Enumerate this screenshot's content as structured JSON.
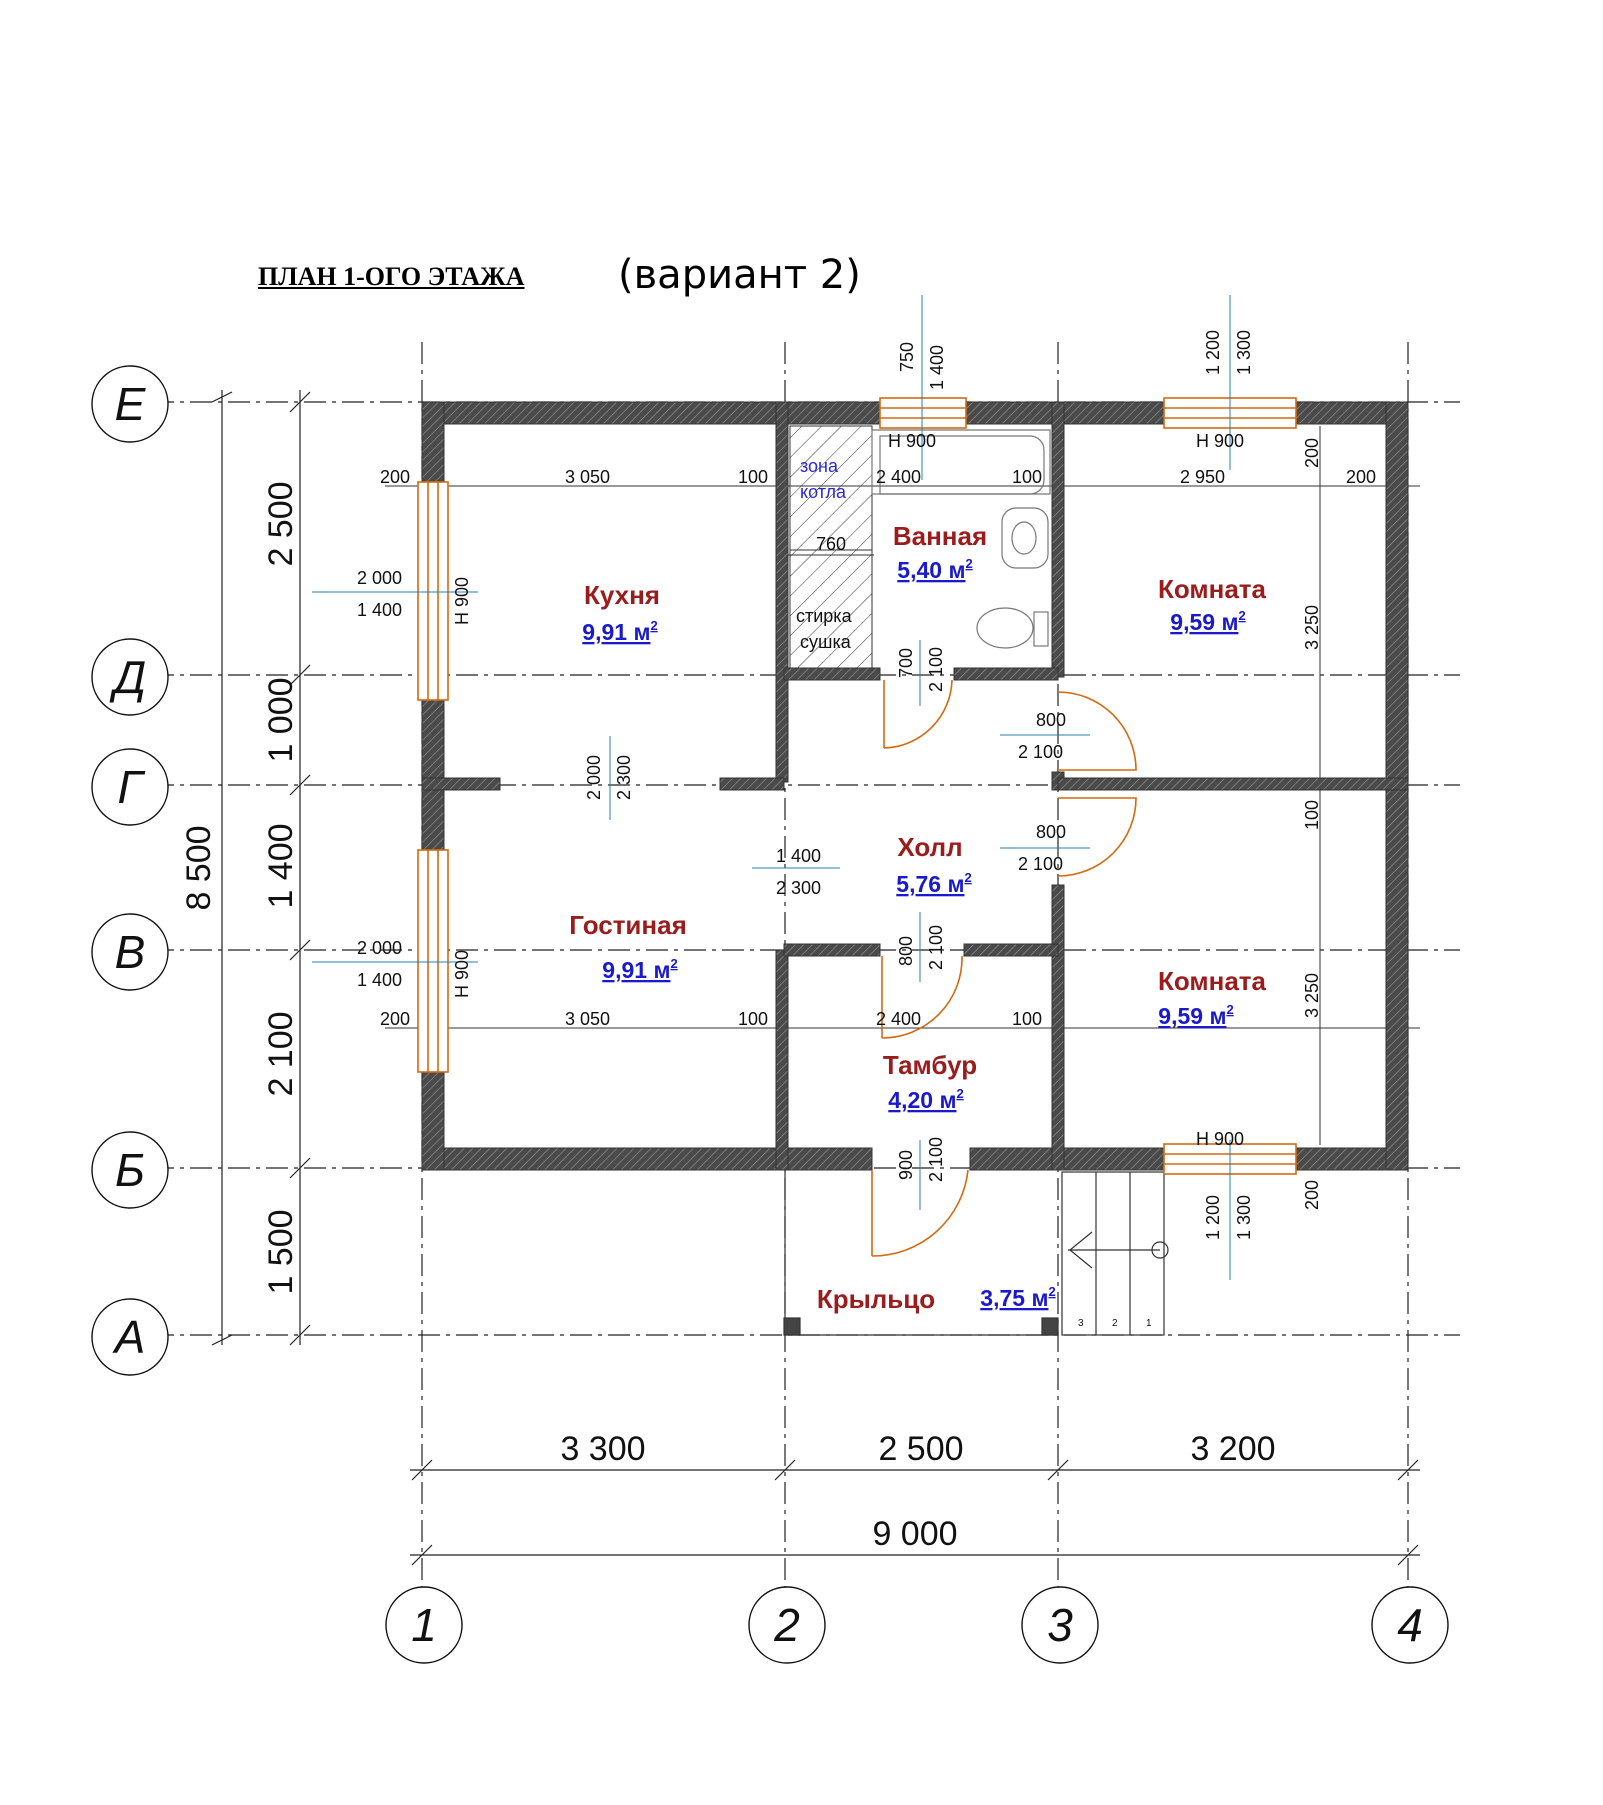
{
  "title": {
    "main": "ПЛАН 1-ОГО ЭТАЖА",
    "variant": "(вариант 2)"
  },
  "axes": {
    "rows": [
      "Е",
      "Д",
      "Г",
      "В",
      "Б",
      "А"
    ],
    "columns": [
      "1",
      "2",
      "3",
      "4"
    ]
  },
  "rooms": {
    "kitchen": {
      "name": "Кухня",
      "area": "9,91 м",
      "sup": "2"
    },
    "bath": {
      "name": "Ванная",
      "area": "5,40 м",
      "sup": "2"
    },
    "room_top": {
      "name": "Комната",
      "area": "9,59 м",
      "sup": "2"
    },
    "hall": {
      "name": "Холл",
      "area": "5,76 м",
      "sup": "2"
    },
    "living": {
      "name": "Гостиная",
      "area": "9,91 м",
      "sup": "2"
    },
    "room_bottom": {
      "name": "Комната",
      "area": "9,59 м",
      "sup": "2"
    },
    "vestibule": {
      "name": "Тамбур",
      "area": "4,20 м",
      "sup": "2"
    },
    "porch": {
      "name": "Крыльцо",
      "area": "3,75 м",
      "sup": "2"
    }
  },
  "zones": {
    "boiler_1": "зона",
    "boiler_2": "котла",
    "laundry_1": "стирка",
    "laundry_2": "сушка"
  },
  "dims": {
    "overall_height": "8 500",
    "row_spans": [
      "2 500",
      "1 000",
      "1 400",
      "2 100",
      "1 500"
    ],
    "col_spans": [
      "3 300",
      "2 500",
      "3 200"
    ],
    "overall_width": "9 000",
    "w200": "200",
    "w3050": "3 050",
    "w100": "100",
    "w2400": "2 400",
    "w2950": "2 950",
    "w760": "760",
    "w3250": "3 250",
    "win_750": "750",
    "win_1400": "1 400",
    "win_1200": "1 200",
    "win_1300": "1 300",
    "h900": "Н 900",
    "win_2000": "2 000",
    "d700": "700",
    "d800": "800",
    "d900": "900",
    "d2100": "2 100",
    "d2000": "2 000",
    "d2300": "2 300",
    "op_1400": "1 400",
    "stair_nums": [
      "3",
      "2",
      "1"
    ]
  }
}
